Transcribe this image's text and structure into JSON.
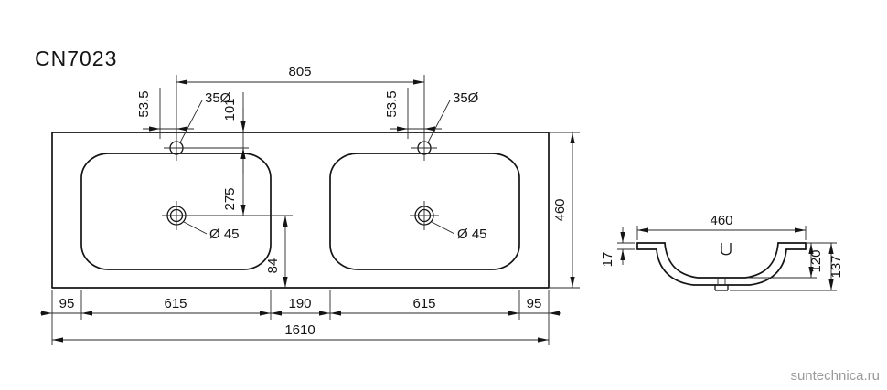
{
  "title": "CN7023",
  "watermark": "suntechnica.ru",
  "top_view": {
    "faucet_spacing": "805",
    "faucet_offset_left": "53.5",
    "faucet_offset_right": "53.5",
    "faucet_diameter_left": "35Ø",
    "faucet_diameter_right": "35Ø",
    "top_to_faucet": "101",
    "faucet_to_drain": "275",
    "drain_diameter_left": "Ø 45",
    "drain_diameter_right": "Ø 45",
    "drain_to_front": "84",
    "depth": "460",
    "width_chain": [
      "95",
      "615",
      "190",
      "615",
      "95"
    ],
    "overall_width": "1610"
  },
  "side_view": {
    "top_width": "460",
    "rim_thickness": "17",
    "basin_depth": "120",
    "overall_height": "137"
  }
}
